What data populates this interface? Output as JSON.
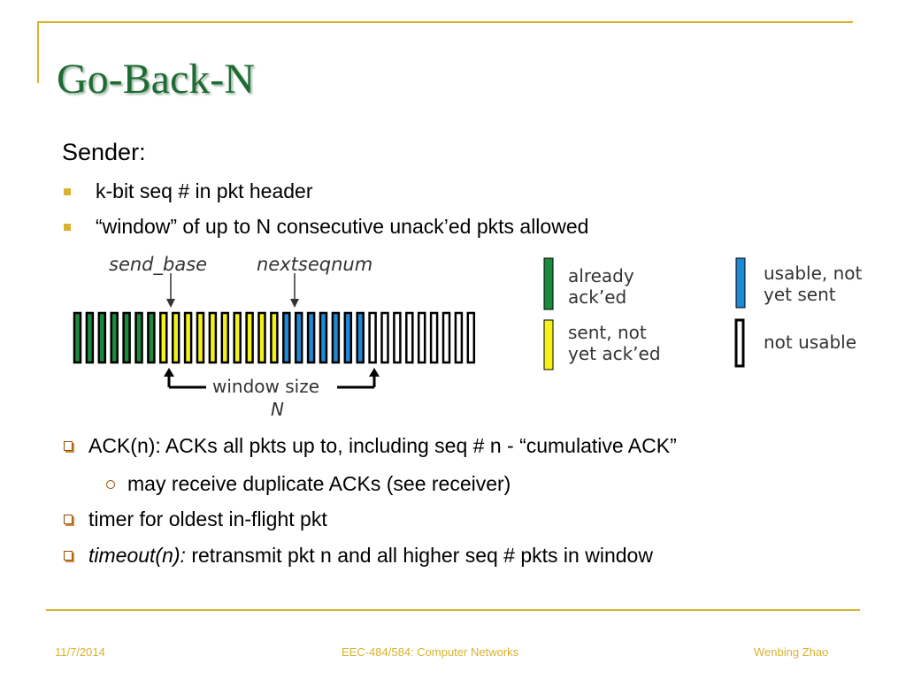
{
  "title": "Go-Back-N",
  "sender_label": "Sender:",
  "bullets": [
    "k-bit seq # in pkt header",
    "“window” of up to N consecutive unack’ed pkts allowed"
  ],
  "diagram": {
    "send_base_label": "send_base",
    "nextseqnum_label": "nextseqnum",
    "window_size_label": "window size",
    "window_n_label": "N",
    "legend": {
      "acked": [
        "already",
        "ack’ed"
      ],
      "sent_not_acked": [
        "sent, not",
        "yet ack’ed"
      ],
      "usable": [
        "usable, not",
        "yet sent"
      ],
      "not_usable": [
        "not usable"
      ]
    },
    "colors": {
      "acked": "#1a8a3c",
      "sent": "#f4f21a",
      "usable": "#1e8ad6",
      "not_usable": "#ffffff"
    },
    "counts": {
      "acked": 7,
      "sent": 10,
      "usable": 7,
      "not_usable": 9
    }
  },
  "points": [
    {
      "text": "ACK(n): ACKs all pkts up to, including seq # n - “cumulative ACK”"
    },
    {
      "text": "may receive duplicate ACKs (see receiver)"
    },
    {
      "text": "timer for oldest in-flight pkt"
    },
    {
      "italic": "timeout(n):",
      "text": " retransmit pkt n and all higher seq # pkts in window"
    }
  ],
  "footer": {
    "date": "11/7/2014",
    "course": "EEC-484/584: Computer Networks",
    "author": "Wenbing Zhao"
  }
}
